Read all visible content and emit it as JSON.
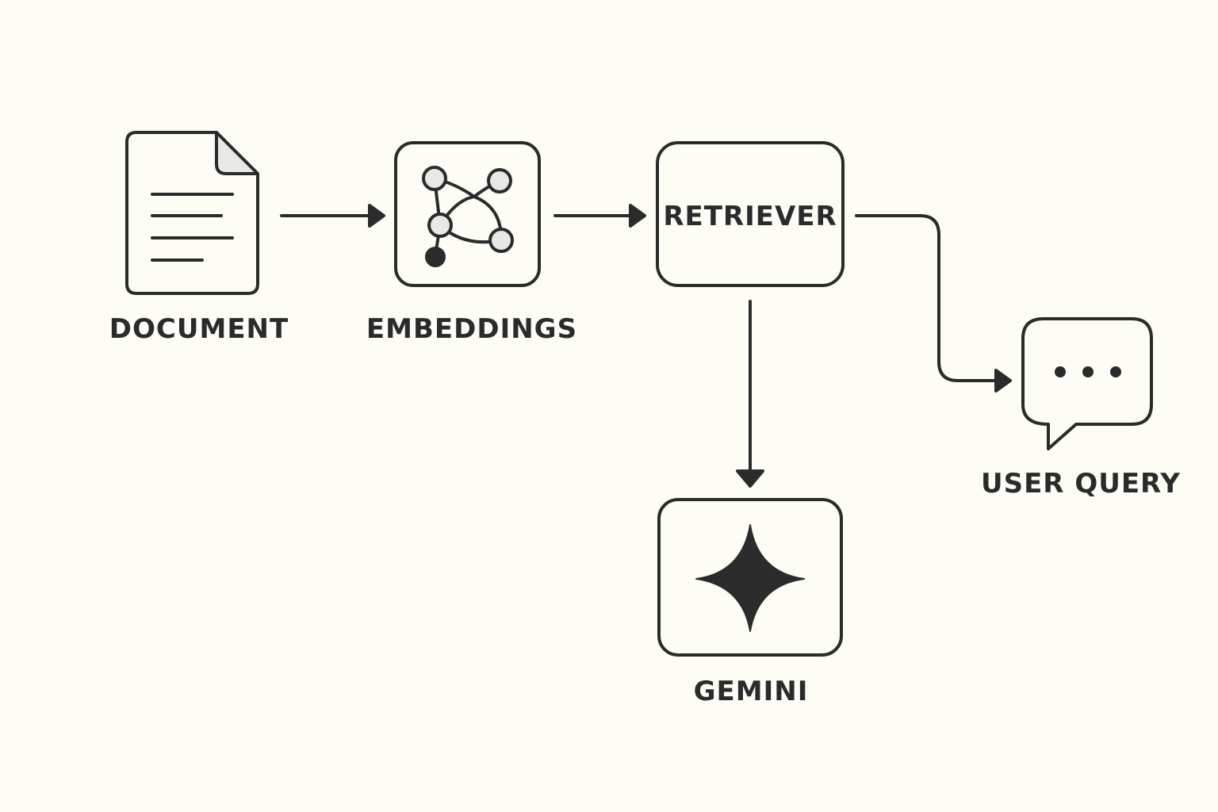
{
  "colors": {
    "background": "#fdfdf6",
    "stroke": "#2b2b2b",
    "node_fill": "#e8e8e4"
  },
  "nodes": {
    "document": {
      "label": "DOCUMENT",
      "icon": "document-icon"
    },
    "embeddings": {
      "label": "EMBEDDINGS",
      "icon": "network-graph-icon"
    },
    "retriever": {
      "label": "RETRIEVER"
    },
    "user_query": {
      "label": "USER QUERY",
      "icon": "chat-bubble-icon"
    },
    "gemini": {
      "label": "GEMINI",
      "icon": "sparkle-star-icon"
    }
  },
  "edges": [
    {
      "from": "document",
      "to": "embeddings"
    },
    {
      "from": "embeddings",
      "to": "retriever"
    },
    {
      "from": "retriever",
      "to": "user_query"
    },
    {
      "from": "retriever",
      "to": "gemini"
    }
  ]
}
